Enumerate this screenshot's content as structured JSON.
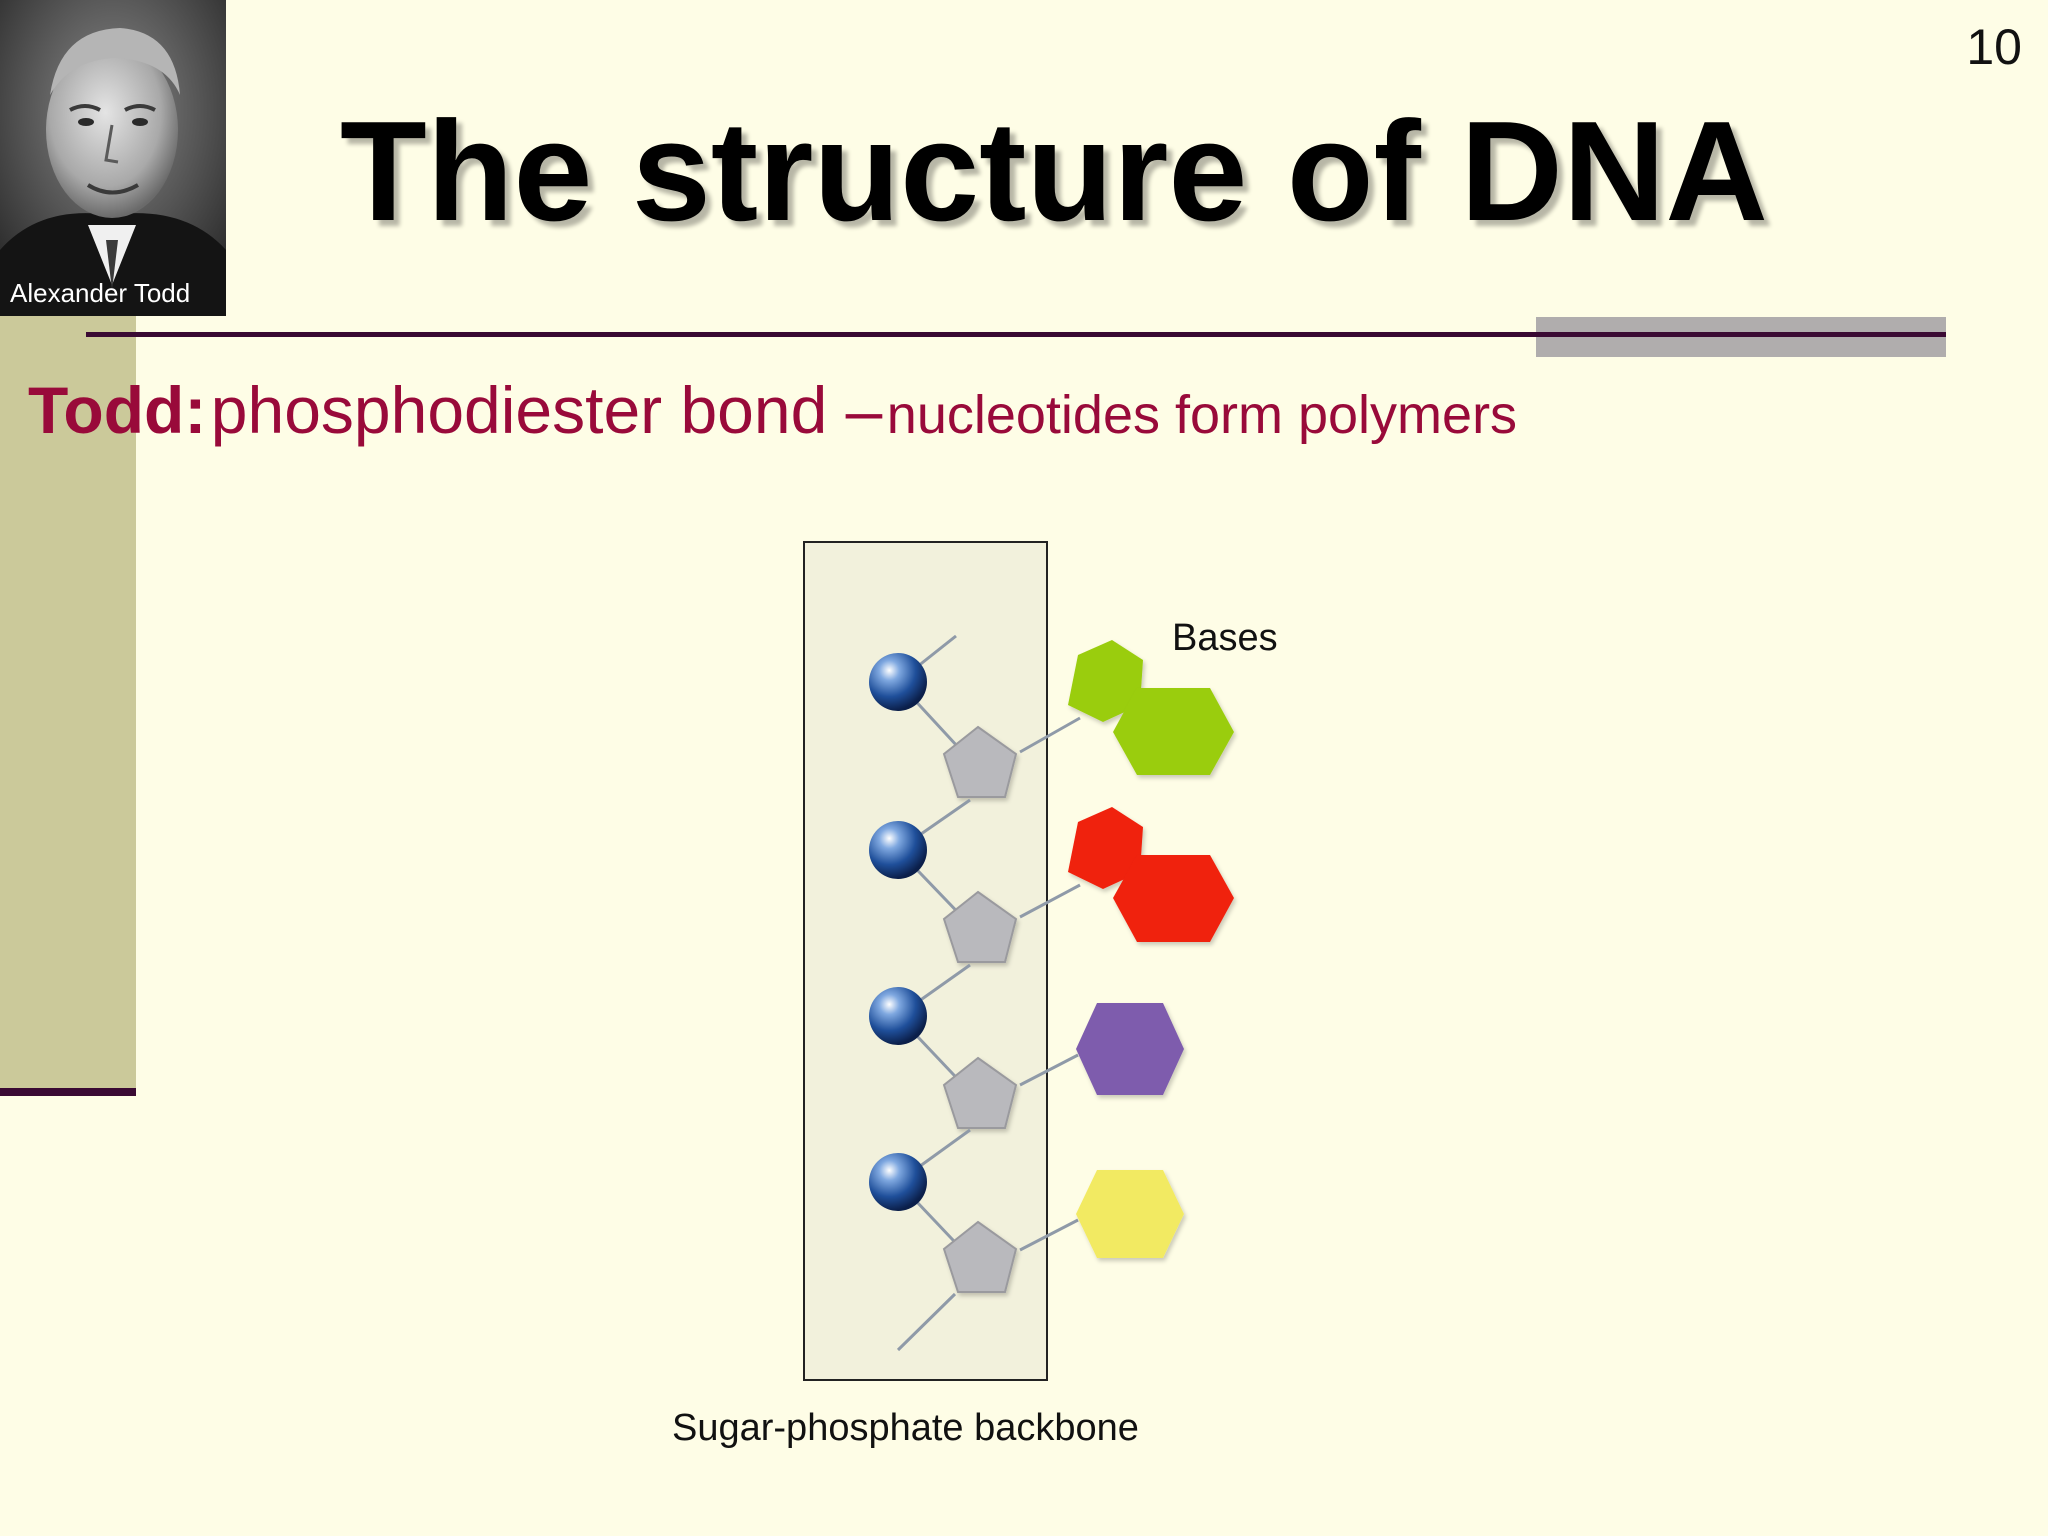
{
  "slide": {
    "number": "10",
    "title": "The structure of DNA",
    "subtitle": {
      "name": "Todd:",
      "topic": "phosphodiester bond –",
      "detail": "nucleotides form polymers"
    }
  },
  "portrait": {
    "caption": "Alexander Todd"
  },
  "diagram": {
    "bases_label": "Bases",
    "backbone_label": "Sugar-phosphate backbone",
    "nucleotides": [
      {
        "base_color": "#9acd10",
        "base_shape": "double-ring"
      },
      {
        "base_color": "#f0210f",
        "base_shape": "double-ring"
      },
      {
        "base_color": "#7e5cad",
        "base_shape": "single-ring"
      },
      {
        "base_color": "#f2ea62",
        "base_shape": "single-ring"
      }
    ]
  },
  "colors": {
    "background": "#fefde6",
    "accent_bar": "#cbc99a",
    "rule": "#3a0a33",
    "subtitle": "#990a3a",
    "sugar": "#b9b9bd",
    "phosphate": "#1f4f9a",
    "backbone_box": "#f2f1dc"
  }
}
